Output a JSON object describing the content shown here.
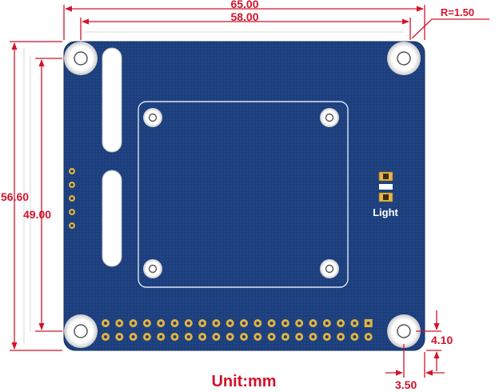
{
  "dimensions": {
    "overall_width": "65.00",
    "hole_spacing_width": "58.00",
    "overall_height": "56.60",
    "hole_spacing_height": "49.00",
    "corner_radius": "R=1.50",
    "hole_offset_vertical": "4.10",
    "hole_offset_horizontal": "3.50"
  },
  "board": {
    "silkscreen_label": "Light"
  },
  "unit_label": "Unit:mm",
  "colors": {
    "dimension": "#d0142c",
    "pcb": "#1c3e7a",
    "pcb_dark": "#142f62",
    "pad": "#e0b340",
    "silkscreen": "#ffffff"
  }
}
